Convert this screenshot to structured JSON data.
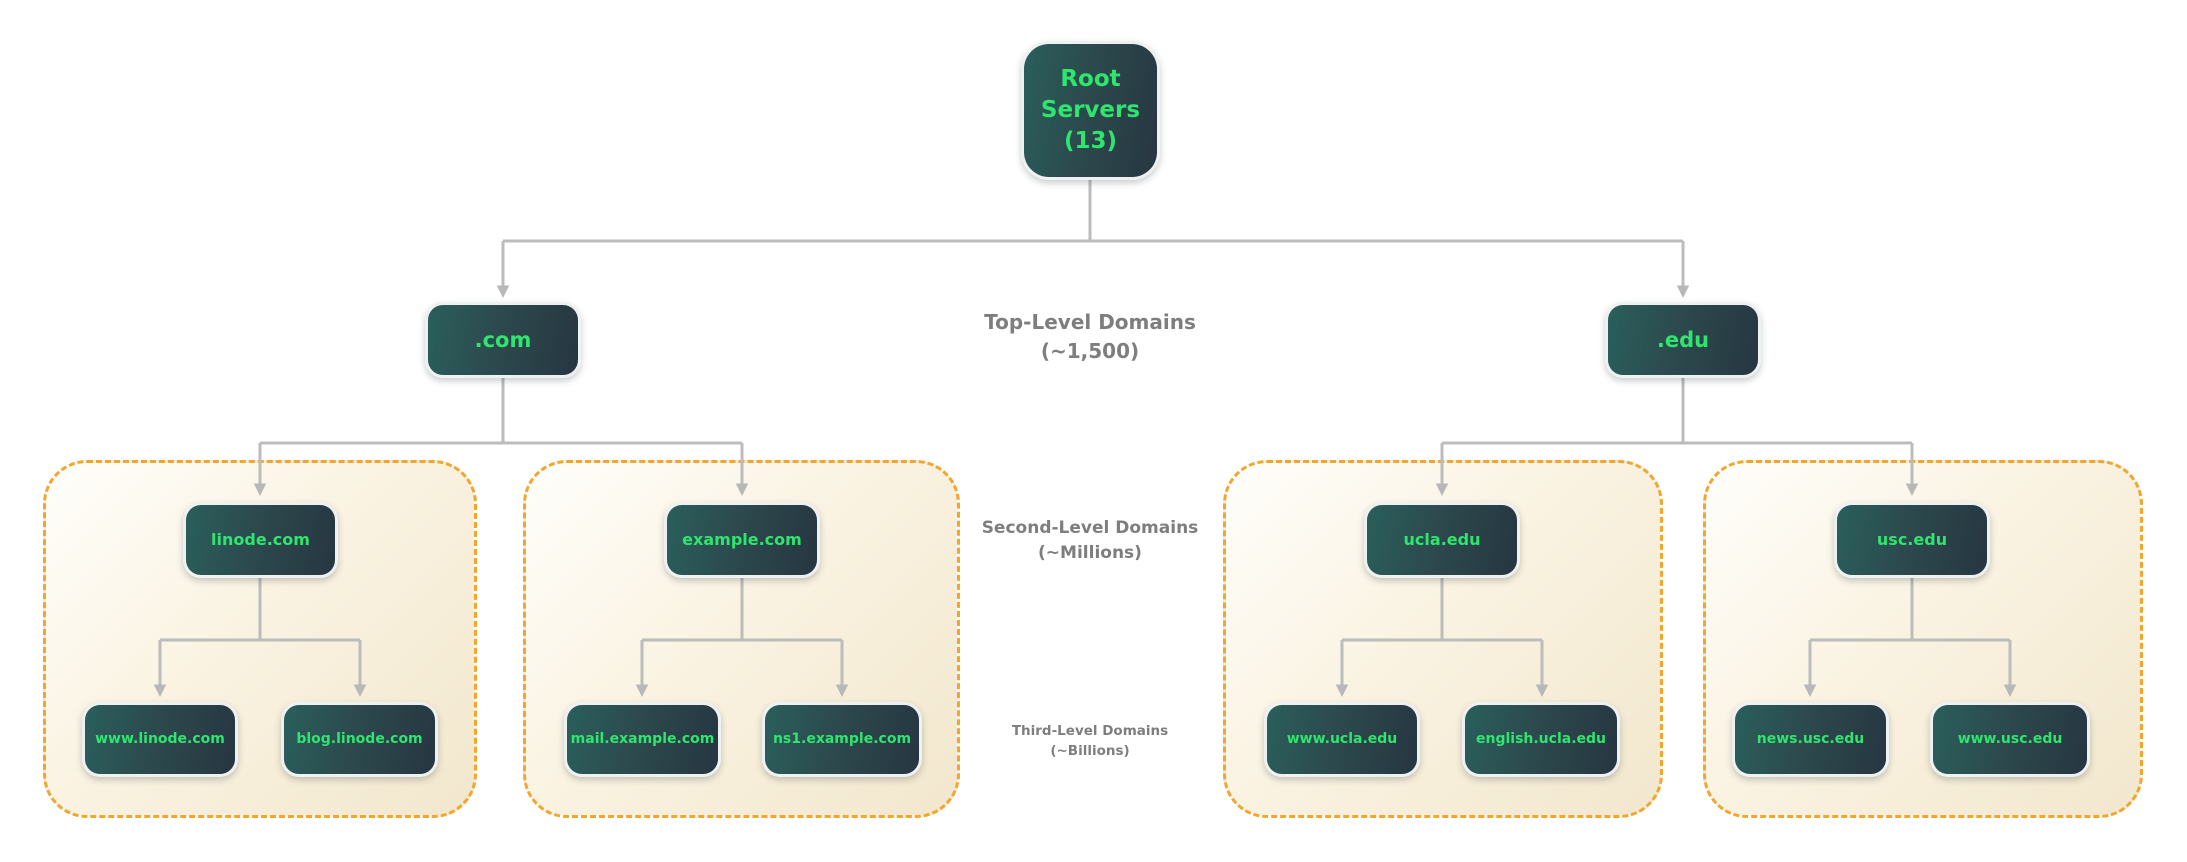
{
  "nodes": {
    "root": "Root\nServers\n(13)",
    "tld": [
      ".com",
      ".edu"
    ],
    "second": [
      "linode.com",
      "example.com",
      "ucla.edu",
      "usc.edu"
    ],
    "third": [
      "www.linode.com",
      "blog.linode.com",
      "mail.example.com",
      "ns1.example.com",
      "www.ucla.edu",
      "english.ucla.edu",
      "news.usc.edu",
      "www.usc.edu"
    ]
  },
  "level_labels": {
    "top": "Top-Level Domains\n(~1,500)",
    "second": "Second-Level Domains\n(~Millions)",
    "third": "Third-Level Domains\n(~Billions)"
  },
  "colors": {
    "node_gradient_left": "#2a5f5b",
    "node_gradient_right": "#273641",
    "node_text": "#2ee56e",
    "connector": "#bcbcbc",
    "level_label_text": "#7e7e7e",
    "group_border": "#f0a62f",
    "group_fill_light": "#fffefb",
    "group_fill_dark": "#f2e7cd",
    "background": "#ffffff"
  }
}
